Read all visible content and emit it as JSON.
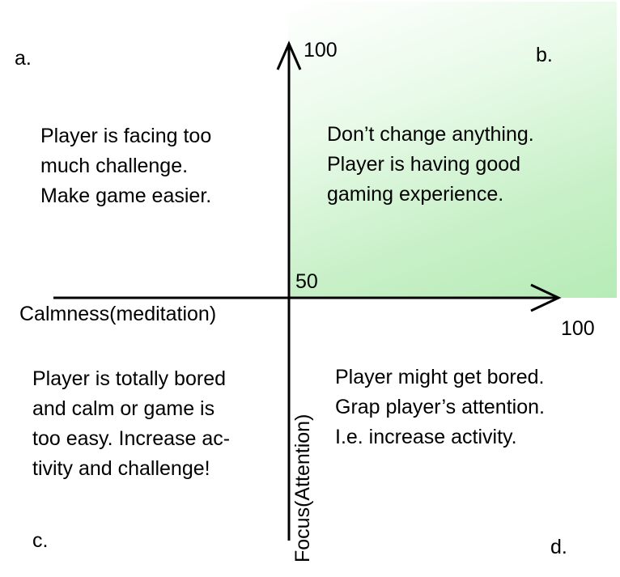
{
  "quadrant_labels": {
    "a": "a.",
    "b": "b.",
    "c": "c.",
    "d": "d."
  },
  "axis": {
    "x_label": "Calmness(meditation)",
    "y_label": "Focus(Attention)",
    "y_max": "100",
    "x_max": "100",
    "origin": "50"
  },
  "quadrant_text": {
    "a": [
      "Player is facing too",
      "much challenge.",
      "Make game easier."
    ],
    "b": [
      "Don’t change anything.",
      "Player is having good",
      "gaming experience."
    ],
    "c": [
      "Player is totally bored",
      "and calm or game is",
      "too easy. Increase ac-",
      "tivity and challenge!"
    ],
    "d": [
      "Player might get bored.",
      "Grap player’s attention.",
      "I.e. increase activity."
    ]
  },
  "colors": {
    "highlight": "#b6ebb6",
    "axis": "#000000"
  }
}
